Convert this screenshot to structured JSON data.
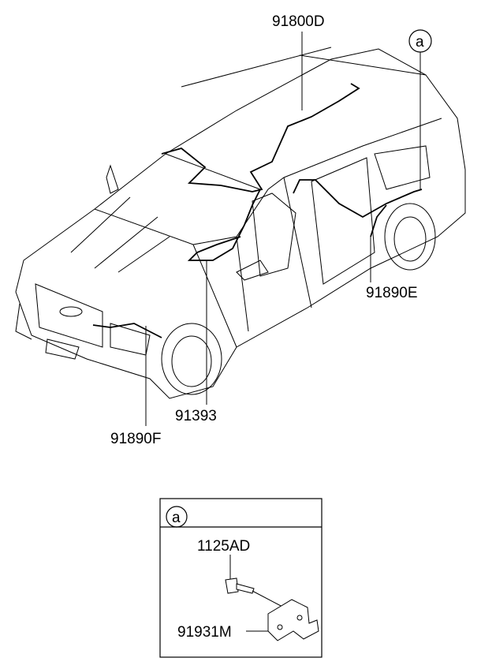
{
  "diagram": {
    "parts": [
      {
        "id": "91800D",
        "label": "91800D"
      },
      {
        "id": "91890E",
        "label": "91890E"
      },
      {
        "id": "91393",
        "label": "91393"
      },
      {
        "id": "91890F",
        "label": "91890F"
      },
      {
        "id": "1125AD",
        "label": "1125AD"
      },
      {
        "id": "91931M",
        "label": "91931M"
      }
    ],
    "callout": "a",
    "detail_box": {
      "callout": "a"
    }
  }
}
